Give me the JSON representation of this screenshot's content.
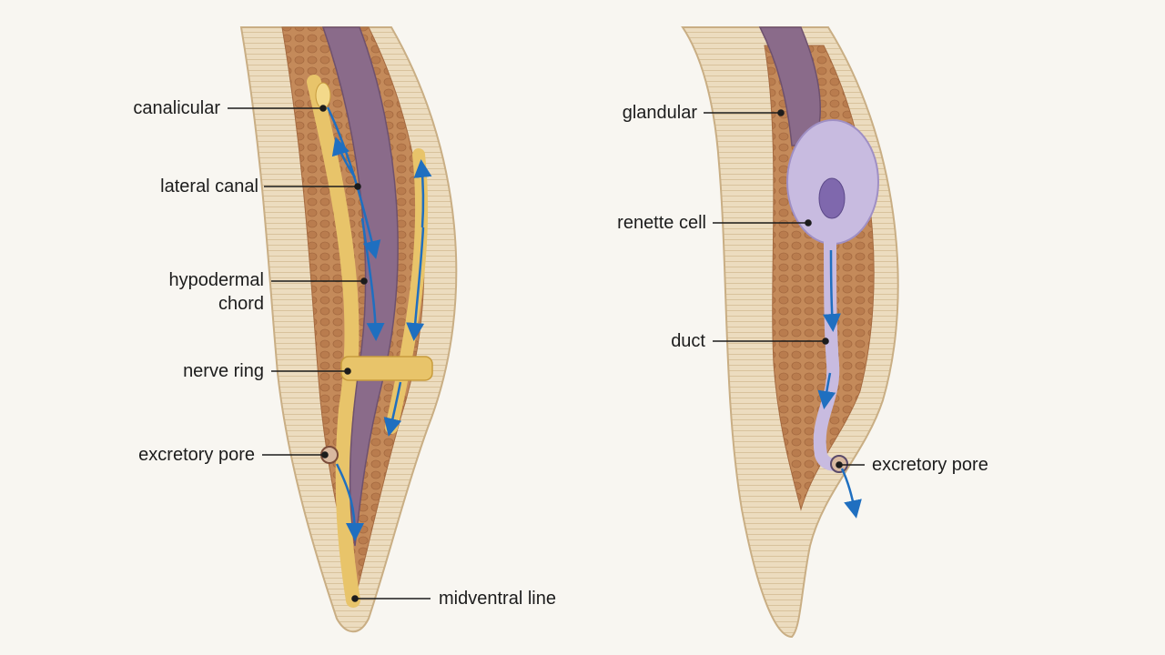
{
  "labels": {
    "canalicular": "canalicular",
    "lateral_canal": "lateral canal",
    "hypodermal_line1": "hypodermal",
    "hypodermal_line2": "chord",
    "nerve_ring": "nerve ring",
    "excretory_pore_left": "excretory pore",
    "midventral_line": "midventral line",
    "glandular": "glandular",
    "renette_cell": "renette cell",
    "duct": "duct",
    "excretory_pore_right": "excretory pore"
  },
  "colors": {
    "background": "#f8f6f1",
    "cuticle": "#ecdcbf",
    "cuticle_edge": "#c9ae84",
    "muscle": "#c48a5a",
    "gut": "#8a6b8a",
    "chord": "#e8c46a",
    "arrow": "#1f6fc0",
    "cell": "#c8bbe0",
    "leader": "#1c1c1c"
  }
}
